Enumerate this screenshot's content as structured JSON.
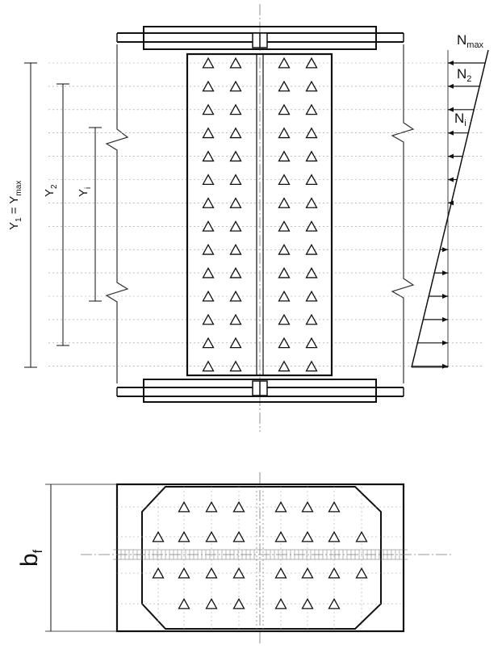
{
  "labels": {
    "n_max_base": "N",
    "n_max_sub": "max",
    "n2_base": "N",
    "n2_sub": "2",
    "ni_base": "N",
    "ni_sub": "i",
    "y1_base": "Y",
    "y1_sub": "1",
    "ymax_eq": " = Y",
    "ymax_sub": "max",
    "y2_base": "Y",
    "y2_sub": "2",
    "yi_base": "Y",
    "yi_sub": "i",
    "bf_base": "b",
    "bf_sub": "f"
  },
  "colors": {
    "line": "#111111",
    "thin_line": "#555555",
    "dotted": "#888888",
    "background": "#ffffff"
  }
}
